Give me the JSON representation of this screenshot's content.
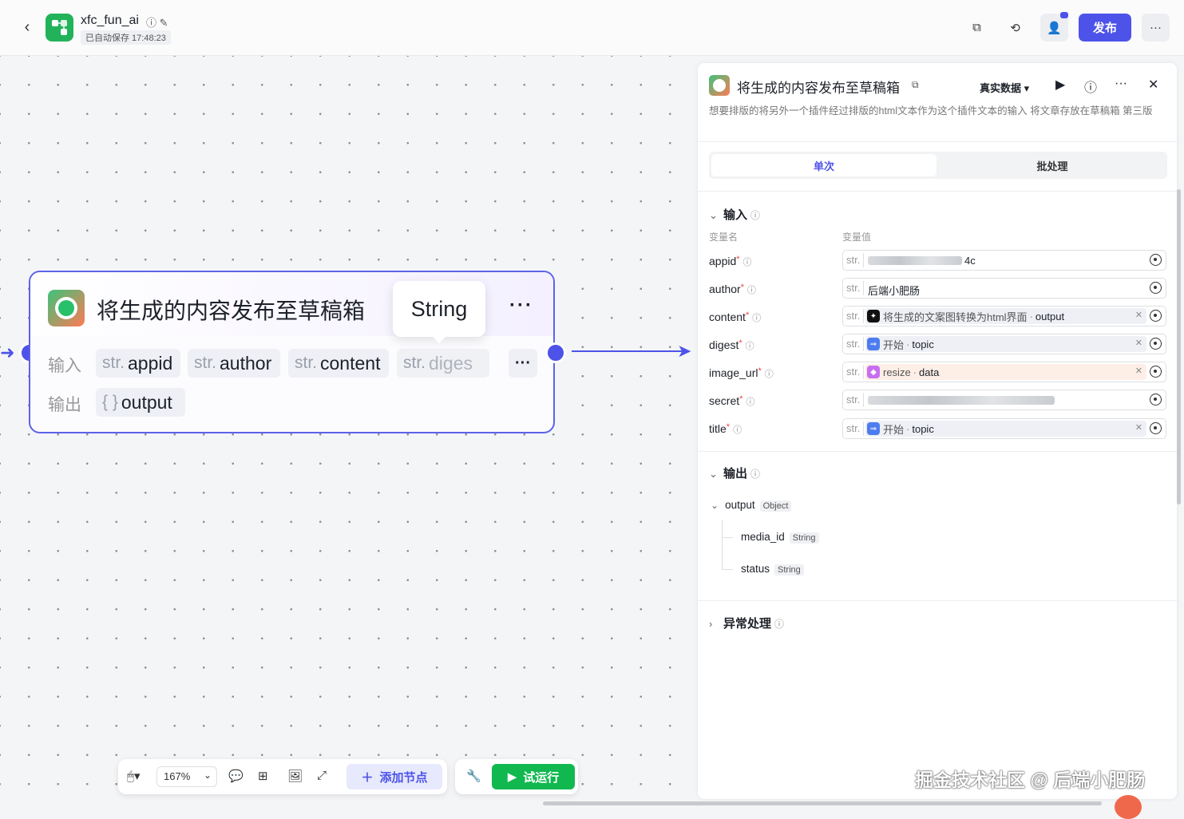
{
  "header": {
    "app_name": "xfc_fun_ai",
    "saved_status": "已自动保存 17:48:23",
    "publish_label": "发布",
    "more_label": "···"
  },
  "node": {
    "title": "将生成的内容发布至草稿箱",
    "more_label": "···",
    "tooltip": "String",
    "input_label": "输入",
    "output_label": "输出",
    "inputs": [
      {
        "type": "str.",
        "name": "appid"
      },
      {
        "type": "str.",
        "name": "author"
      },
      {
        "type": "str.",
        "name": "content"
      },
      {
        "type": "str.",
        "name": "diges"
      }
    ],
    "outputs": [
      {
        "type": "{ }",
        "name": "output"
      }
    ],
    "chip_more": "···"
  },
  "toolbar": {
    "zoom": "167%",
    "add_node": "添加节点",
    "run": "试运行"
  },
  "panel": {
    "title": "将生成的内容发布至草稿箱",
    "data_mode": "真实数据",
    "description": "想要排版的将另外一个插件经过排版的html文本作为这个插件文本的输入 将文章存放在草稿箱 第三版",
    "tabs": [
      "单次",
      "批处理"
    ],
    "input_section": "输入",
    "col_name": "变量名",
    "col_value": "变量值",
    "params": [
      {
        "name": "appid",
        "type": "str.",
        "value": "4c"
      },
      {
        "name": "author",
        "type": "str.",
        "value": "后端小肥肠"
      },
      {
        "name": "content",
        "type": "str.",
        "ref_source": "将生成的文案图转换为html界面",
        "ref_field": "output"
      },
      {
        "name": "digest",
        "type": "str.",
        "ref_source": "开始",
        "ref_field": "topic"
      },
      {
        "name": "image_url",
        "type": "str.",
        "ref_source": "resize",
        "ref_field": "data"
      },
      {
        "name": "secret",
        "type": "str.",
        "value": ""
      },
      {
        "name": "title",
        "type": "str.",
        "ref_source": "开始",
        "ref_field": "topic"
      }
    ],
    "output_section": "输出",
    "outputs": {
      "root": {
        "name": "output",
        "type": "Object"
      },
      "children": [
        {
          "name": "media_id",
          "type": "String"
        },
        {
          "name": "status",
          "type": "String"
        }
      ]
    },
    "exception_section": "异常处理"
  },
  "watermark": "掘金技术社区 @ 后端小肥肠",
  "colors": {
    "accent": "#4d53e8",
    "run": "#11b84f",
    "required": "#f53f3f"
  }
}
